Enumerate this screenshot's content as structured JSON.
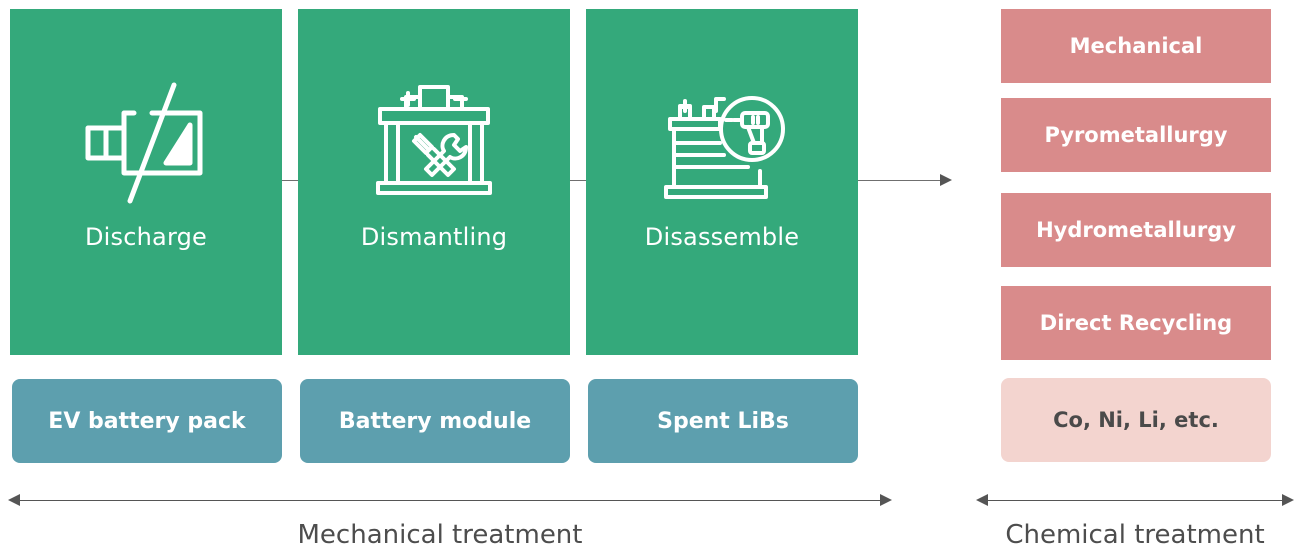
{
  "steps": [
    {
      "label": "Discharge",
      "icon": "battery-discharge-icon"
    },
    {
      "label": "Dismantling",
      "icon": "battery-tools-icon"
    },
    {
      "label": "Disassemble",
      "icon": "battery-drill-icon"
    }
  ],
  "stages": [
    "EV battery pack",
    "Battery module",
    "Spent LiBs"
  ],
  "methods": [
    "Mechanical",
    "Pyrometallurgy",
    "Hydrometallurgy",
    "Direct Recycling"
  ],
  "output": "Co, Ni, Li, etc.",
  "ranges": {
    "mechanical": "Mechanical treatment",
    "chemical": "Chemical treatment"
  },
  "colors": {
    "step_bg": "#34a97b",
    "stage_bg": "#5d9fae",
    "method_bg": "#d98b8b",
    "output_bg": "#f3d4cf",
    "arrow": "#555555"
  }
}
